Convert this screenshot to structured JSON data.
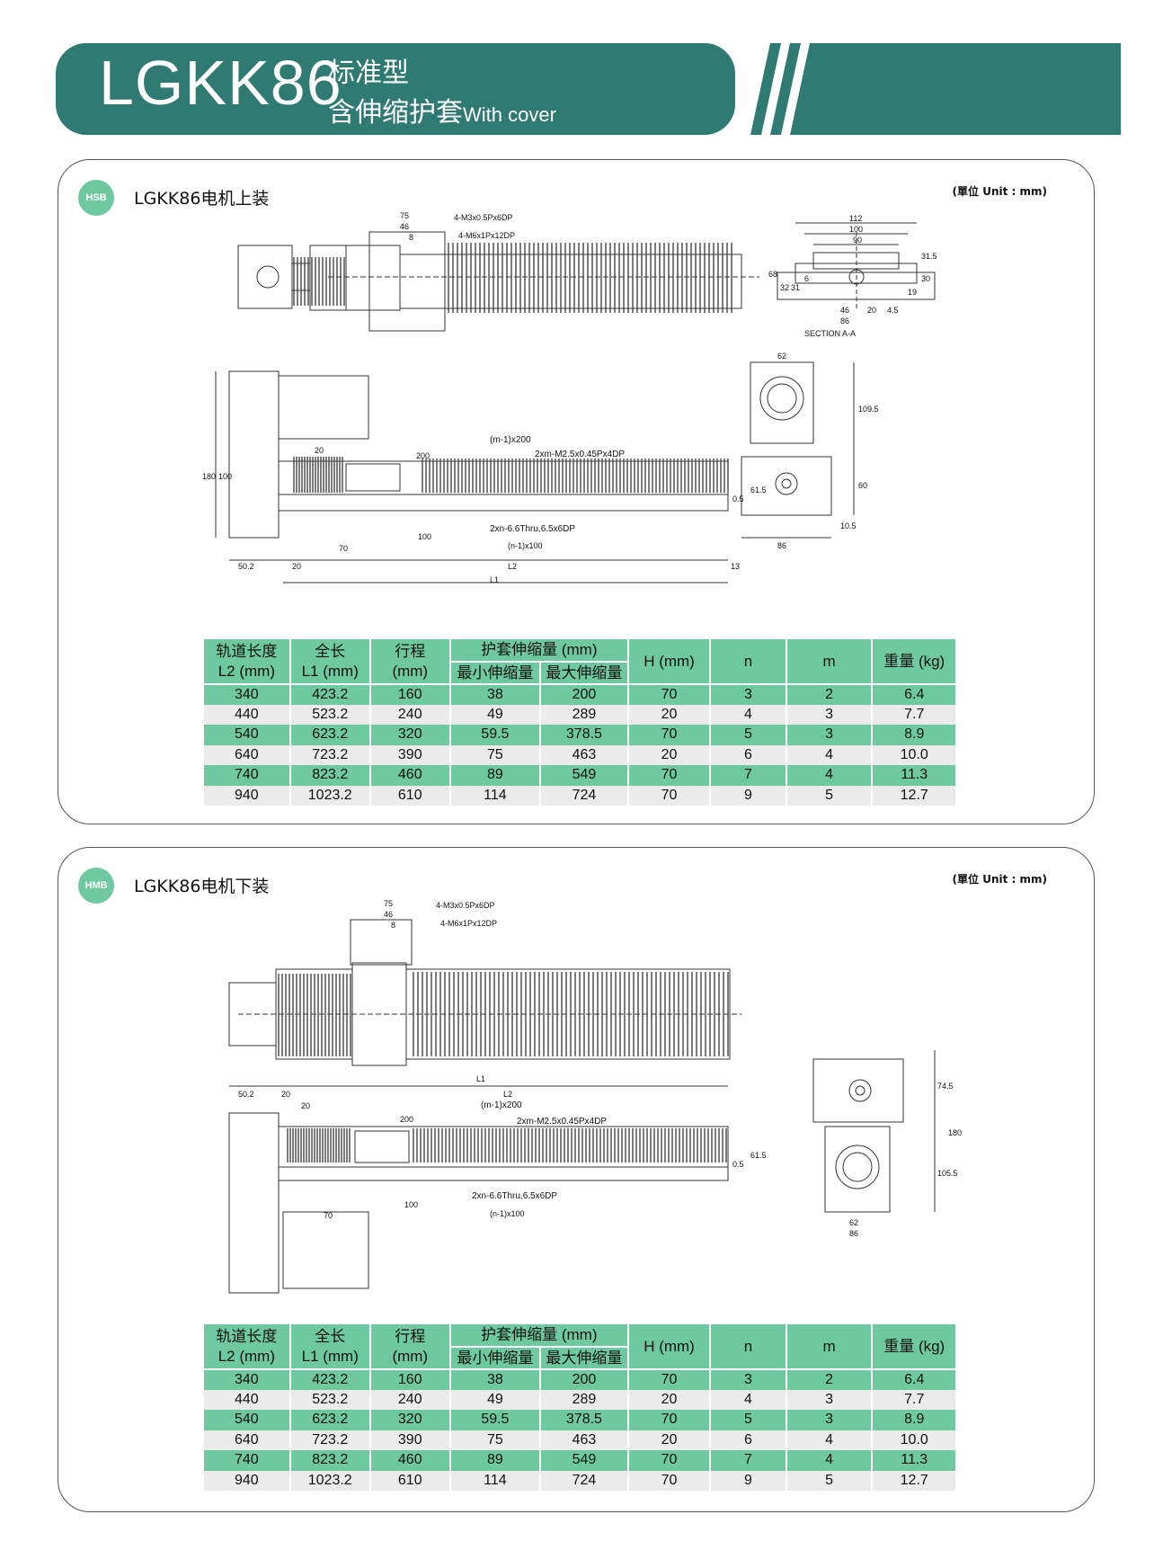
{
  "header": {
    "model": "LGKK86",
    "subtitle_1": "标准型",
    "subtitle_2": "含伸缩护套",
    "subtitle_en": "With cover"
  },
  "colors": {
    "primary": "#2f7a72",
    "accent": "#6ec8a0",
    "row_alt": "#ebebeb"
  },
  "sections": [
    {
      "badge": "HSB",
      "title": "LGKK86电机上装",
      "unit_note": "(單位 Unit : mm)",
      "drawing_labels": {
        "top_75": "75",
        "top_46": "46",
        "top_8": "8",
        "hole_a": "4-M3x0.5Px6DP",
        "hole_b": "4-M6x1Px12DP",
        "sec_112": "112",
        "sec_100": "100",
        "sec_90": "90",
        "sec_68": "68",
        "sec_32": "32",
        "sec_31": "31",
        "sec_6": "6",
        "sec_31_5": "31.5",
        "sec_30": "30",
        "sec_19": "19",
        "sec_46": "46",
        "sec_20": "20",
        "sec_4_5": "4.5",
        "sec_86": "86",
        "section_label": "SECTION A-A",
        "side_180": "180",
        "side_100": "100",
        "side_20": "20",
        "side_200": "200",
        "pitch_m": "(m-1)x200",
        "tap_m": "2xm-M2.5x0.45Px4DP",
        "side_61_5": "61.5",
        "side_0_5": "0.5",
        "side_70": "70",
        "side_100b": "100",
        "thru_n": "2xn-6.6Thru,6.5x6DP",
        "pitch_n": "(n-1)x100",
        "side_50_2": "50.2",
        "side_20b": "20",
        "side_L2": "L2",
        "side_13": "13",
        "side_L1": "L1",
        "end_62": "62",
        "end_109_5": "109.5",
        "end_60": "60",
        "end_10_5": "10.5",
        "end_86": "86"
      },
      "table": {
        "headers": {
          "l2": "轨道长度\nL2 (mm)",
          "l1": "全长\nL1 (mm)",
          "stroke": "行程\n(mm)",
          "cover": "护套伸缩量 (mm)",
          "cover_min": "最小伸缩量",
          "cover_max": "最大伸缩量",
          "h": "H (mm)",
          "n": "n",
          "m": "m",
          "weight": "重量 (kg)"
        },
        "rows": [
          [
            "340",
            "423.2",
            "160",
            "38",
            "200",
            "70",
            "3",
            "2",
            "6.4"
          ],
          [
            "440",
            "523.2",
            "240",
            "49",
            "289",
            "20",
            "4",
            "3",
            "7.7"
          ],
          [
            "540",
            "623.2",
            "320",
            "59.5",
            "378.5",
            "70",
            "5",
            "3",
            "8.9"
          ],
          [
            "640",
            "723.2",
            "390",
            "75",
            "463",
            "20",
            "6",
            "4",
            "10.0"
          ],
          [
            "740",
            "823.2",
            "460",
            "89",
            "549",
            "70",
            "7",
            "4",
            "11.3"
          ],
          [
            "940",
            "1023.2",
            "610",
            "114",
            "724",
            "70",
            "9",
            "5",
            "12.7"
          ]
        ]
      }
    },
    {
      "badge": "HMB",
      "title": "LGKK86电机下装",
      "unit_note": "(單位 Unit : mm)",
      "drawing_labels": {
        "top_75": "75",
        "top_46": "46",
        "top_8": "8",
        "hole_a": "4-M3x0.5Px6DP",
        "hole_b": "4-M6x1Px12DP",
        "side_50_2": "50.2",
        "side_20": "20",
        "side_L1": "L1",
        "side_L2": "L2",
        "pitch_m": "(m-1)x200",
        "side_20b": "20",
        "side_200": "200",
        "tap_m": "2xm-M2.5x0.45Px4DP",
        "side_61_5": "61.5",
        "side_0_5": "0.5",
        "side_100": "100",
        "thru_n": "2xn-6.6Thru,6.5x6DP",
        "side_70": "70",
        "pitch_n": "(n-1)x100",
        "end_74_5": "74.5",
        "end_180": "180",
        "end_105_5": "105.5",
        "end_62": "62",
        "end_86": "86"
      },
      "table": {
        "headers": {
          "l2": "轨道长度\nL2 (mm)",
          "l1": "全长\nL1 (mm)",
          "stroke": "行程\n(mm)",
          "cover": "护套伸缩量 (mm)",
          "cover_min": "最小伸缩量",
          "cover_max": "最大伸缩量",
          "h": "H (mm)",
          "n": "n",
          "m": "m",
          "weight": "重量 (kg)"
        },
        "rows": [
          [
            "340",
            "423.2",
            "160",
            "38",
            "200",
            "70",
            "3",
            "2",
            "6.4"
          ],
          [
            "440",
            "523.2",
            "240",
            "49",
            "289",
            "20",
            "4",
            "3",
            "7.7"
          ],
          [
            "540",
            "623.2",
            "320",
            "59.5",
            "378.5",
            "70",
            "5",
            "3",
            "8.9"
          ],
          [
            "640",
            "723.2",
            "390",
            "75",
            "463",
            "20",
            "6",
            "4",
            "10.0"
          ],
          [
            "740",
            "823.2",
            "460",
            "89",
            "549",
            "70",
            "7",
            "4",
            "11.3"
          ],
          [
            "940",
            "1023.2",
            "610",
            "114",
            "724",
            "70",
            "9",
            "5",
            "12.7"
          ]
        ]
      }
    }
  ]
}
